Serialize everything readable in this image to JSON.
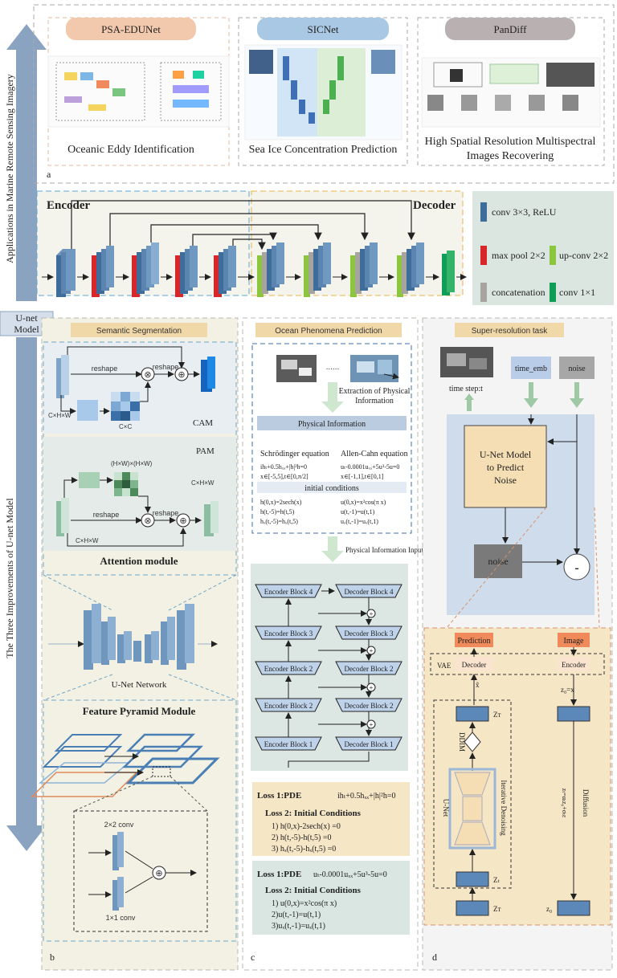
{
  "side": {
    "applications": "Applications in Marine Remote Sensing Imagery",
    "unet_model": "U-net Model",
    "improvements": "The Three Improvements of U-net Model"
  },
  "panel_a": {
    "letter": "a",
    "items": [
      {
        "badge": "PSA-EDUNet",
        "caption": "Oceanic Eddy Identification"
      },
      {
        "badge": "SICNet",
        "caption": "Sea Ice Concentration Prediction"
      },
      {
        "badge": "PanDiff",
        "caption_line1": "High Spatial Resolution Multispectral",
        "caption_line2": "Images Recovering"
      }
    ]
  },
  "unet": {
    "encoder": "Encoder",
    "decoder": "Decoder",
    "legend": {
      "conv": "conv 3×3, ReLU",
      "maxpool": "max pool 2×2",
      "upconv": "up-conv 2×2",
      "concat": "concatenation",
      "conv1": "conv 1×1"
    }
  },
  "panel_b": {
    "letter": "b",
    "title": "Semantic Segmentation",
    "reshape": "reshape",
    "chw": "C×H×W",
    "cc": "C×C",
    "cam": "CAM",
    "pam": "PAM",
    "hwhw": "(H×W)×(H×W)",
    "attention": "Attention module",
    "network": "U-Net Network",
    "fpm": "Feature Pyramid Module",
    "conv22": "2×2 conv",
    "conv11": "1×1 conv"
  },
  "panel_c": {
    "letter": "c",
    "title": "Ocean Phenomena Prediction",
    "dots": "......",
    "extraction_l1": "Extraction of Physical",
    "extraction_l2": "Information",
    "phys_info": "Physical Information",
    "schrodinger": "Schrödinger equation",
    "allen": "Allen-Cahn equation",
    "eq1": "ihₜ+0.5hₓₓ+|h|²h=0",
    "eq1_dom": "x∈[-5,5],t∈[0,π/2]",
    "eq2": "uₜ-0.0001uₓₓ+5u³-5u=0",
    "eq2_dom": "x∈[-1,1],t∈[0,1]",
    "initial": "initial conditions",
    "ic_h": [
      "h(0,x)=2sech(x)",
      "h(t,-5)=h(t,5)",
      "hₓ(t,-5)=hₓ(t,5)"
    ],
    "ic_u": [
      "u(0,x)=x²cos(π x)",
      "u(t,-1)=u(t,1)",
      "uₓ(t,-1)=uₓ(t,1)"
    ],
    "phys_input": "Physical Information Input",
    "encoders": [
      "Encoder Block 4",
      "Encoder Block 3",
      "Encoder Block 2",
      "Encoder Block 2",
      "Encoder Block 1"
    ],
    "decoders": [
      "Decoder Block 4",
      "Decoder Block 3",
      "Decoder Block 2",
      "Decoder Block 2",
      "Decoder Block 1"
    ],
    "loss_a": {
      "l1": "Loss 1:PDE",
      "l1_eq": "ihₜ+0.5hₓₓ+|h|²h=0",
      "l2": "Loss 2: Initial Conditions",
      "items": [
        "1) h(0,x)-2sech(x) =0",
        "2)  h(t,-5)-h(t,5) =0",
        "3)  hₓ(t,-5)-hₓ(t,5) =0"
      ]
    },
    "loss_b": {
      "l1": "Loss 1:PDE",
      "l1_eq": "uₜ-0.0001uₓₓ+5u³-5u=0",
      "l2": "Loss 2: Initial Conditions",
      "items": [
        "1) u(0,x)=x²cos(π x)",
        "2)u(t,-1)=u(t,1)",
        "3)uₓ(t,-1)=uₓ(t,1)"
      ]
    }
  },
  "panel_d": {
    "letter": "d",
    "title": "Super-resolution task",
    "time_step": "time step:t",
    "time_emb": "time_emb",
    "noise": "noise",
    "model_l1": "U-Net Model",
    "model_l2": "to Predict",
    "model_l3": "Noise",
    "noise_box": "noise",
    "minus": "-",
    "prediction": "Prediction",
    "image": "Image",
    "vae": "VAE",
    "decoder": "Decoder",
    "encoder": "Encoder",
    "x_hat": "x̃",
    "z0": "z₀=x",
    "z0_low": "z₀",
    "zT": "Zᴛ",
    "zt": "Zₜ",
    "zT_bottom": "Zᴛ",
    "ddim": "DDIM",
    "unet_v": "U-Net",
    "iterative": "Iterative Denoising",
    "diffusion": "Diffusion",
    "zt_formula": "zₜ=αₜz₀+σₜε"
  }
}
